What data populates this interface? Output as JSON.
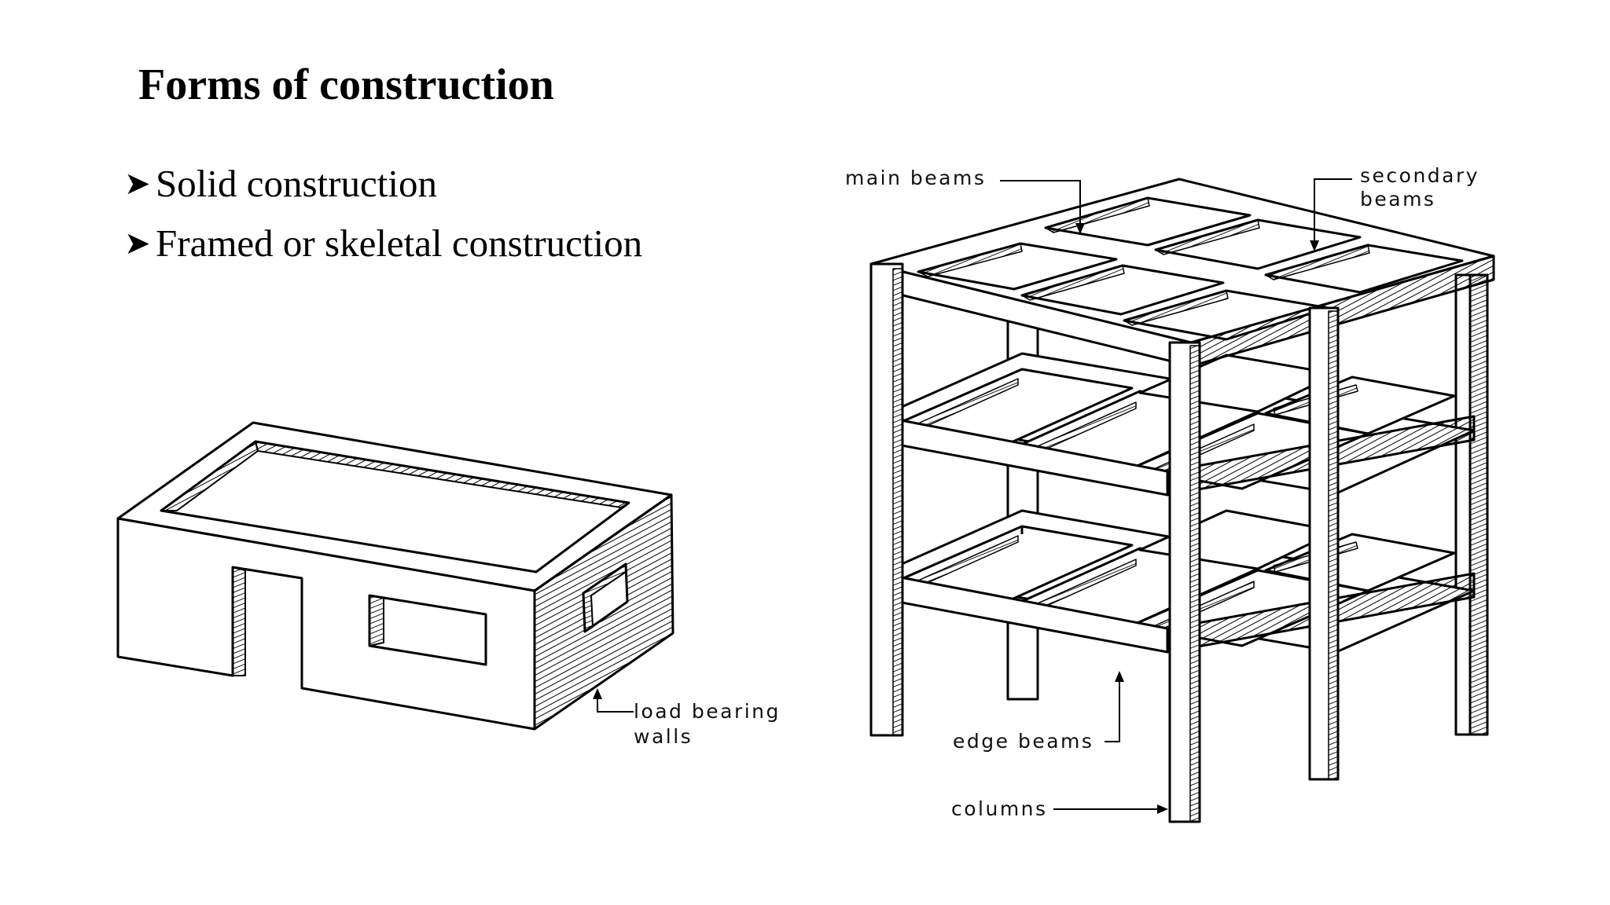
{
  "slide": {
    "title": "Forms of construction",
    "bullets": [
      "Solid construction",
      "Framed or skeletal construction"
    ]
  },
  "solid_figure": {
    "labels": {
      "walls_line1": "load bearing",
      "walls_line2": "walls"
    }
  },
  "framed_figure": {
    "labels": {
      "main_beams": "main beams",
      "secondary_line1": "secondary",
      "secondary_line2": "beams",
      "edge_beams": "edge beams",
      "columns": "columns"
    }
  }
}
